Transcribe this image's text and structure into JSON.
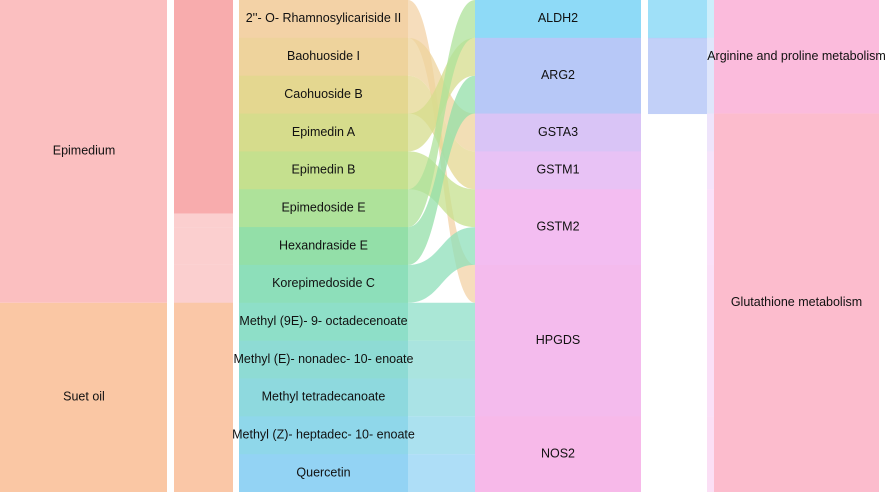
{
  "colors": {
    "epimedium": "#fbbfc0",
    "suet": "#fac7a4",
    "flow_epimedium": "#f7a7a8",
    "flow_suet": "#f29a86",
    "aldh2": "#8edaf7",
    "arg2": "#b7c8f7",
    "gsta3": "#d9c4f6",
    "gstm1": "#e8c2f5",
    "gstm2": "#f3bdf1",
    "hpgds": "#f4bbed",
    "nos2": "#f7b9e9",
    "arginine": "#fbbbdc",
    "glutathione": "#fcbccd"
  },
  "chart_data": {
    "type": "sankey",
    "herbs": [
      {
        "name": "Epimedium",
        "color_key": "epimedium"
      },
      {
        "name": "Suet oil",
        "color_key": "suet"
      }
    ],
    "compounds": [
      {
        "name": "2''- O- Rhamnosylicariside II",
        "herb": "Epimedium",
        "color": "#f3d2a6"
      },
      {
        "name": "Baohuoside I",
        "herb": "Epimedium",
        "color": "#eed39c"
      },
      {
        "name": "Caohuoside B",
        "herb": "Epimedium",
        "color": "#e4d790"
      },
      {
        "name": "Epimedin A",
        "herb": "Epimedium",
        "color": "#d6dc8c"
      },
      {
        "name": "Epimedin B",
        "herb": "Epimedium",
        "color": "#c5e08e"
      },
      {
        "name": "Epimedoside E",
        "herb": "Epimedium",
        "color": "#aee29a"
      },
      {
        "name": "Hexandraside E",
        "herb": "Epimedium",
        "color": "#93dfa8"
      },
      {
        "name": "Korepimedoside C",
        "herb": "Epimedium",
        "color": "#8ddfba"
      },
      {
        "name": "Methyl (9E)- 9- octadecenoate",
        "herb": "Suet oil",
        "color": "#8edfc8"
      },
      {
        "name": "Methyl (E)- nonadec- 10- enoate",
        "herb": "Suet oil",
        "color": "#8edbd4"
      },
      {
        "name": "Methyl tetradecanoate",
        "herb": "Suet oil",
        "color": "#8ed9de"
      },
      {
        "name": "Methyl (Z)- heptadec- 10- enoate",
        "herb": "Suet oil",
        "color": "#8fd7ea"
      },
      {
        "name": "Quercetin",
        "herb": "Suet oil",
        "color": "#93d3f4"
      }
    ],
    "targets": [
      {
        "name": "ALDH2",
        "color_key": "aldh2",
        "weight": 1
      },
      {
        "name": "ARG2",
        "color_key": "arg2",
        "weight": 2
      },
      {
        "name": "GSTA3",
        "color_key": "gsta3",
        "weight": 1
      },
      {
        "name": "GSTM1",
        "color_key": "gstm1",
        "weight": 1
      },
      {
        "name": "GSTM2",
        "color_key": "gstm2",
        "weight": 2
      },
      {
        "name": "HPGDS",
        "color_key": "hpgds",
        "weight": 4
      },
      {
        "name": "NOS2",
        "color_key": "nos2",
        "weight": 2
      }
    ],
    "compound_target_links": [
      [
        "2''- O- Rhamnosylicariside II",
        "HPGDS"
      ],
      [
        "Baohuoside I",
        "GSTA3"
      ],
      [
        "Caohuoside B",
        "GSTM1"
      ],
      [
        "Epimedin A",
        "ARG2"
      ],
      [
        "Epimedin B",
        "GSTM2"
      ],
      [
        "Epimedoside E",
        "ALDH2"
      ],
      [
        "Hexandraside E",
        "ARG2"
      ],
      [
        "Korepimedoside C",
        "GSTM2"
      ],
      [
        "Methyl (9E)- 9- octadecenoate",
        "HPGDS"
      ],
      [
        "Methyl (E)- nonadec- 10- enoate",
        "HPGDS"
      ],
      [
        "Methyl tetradecanoate",
        "HPGDS"
      ],
      [
        "Methyl (Z)- heptadec- 10- enoate",
        "NOS2"
      ],
      [
        "Quercetin",
        "NOS2"
      ]
    ],
    "pathways": [
      {
        "name": "Arginine and proline metabolism",
        "color_key": "arginine",
        "targets": [
          "ALDH2",
          "ARG2"
        ]
      },
      {
        "name": "Glutathione metabolism",
        "color_key": "glutathione",
        "targets": [
          "GSTA3",
          "GSTM1",
          "GSTM2",
          "HPGDS",
          "NOS2"
        ]
      }
    ]
  }
}
